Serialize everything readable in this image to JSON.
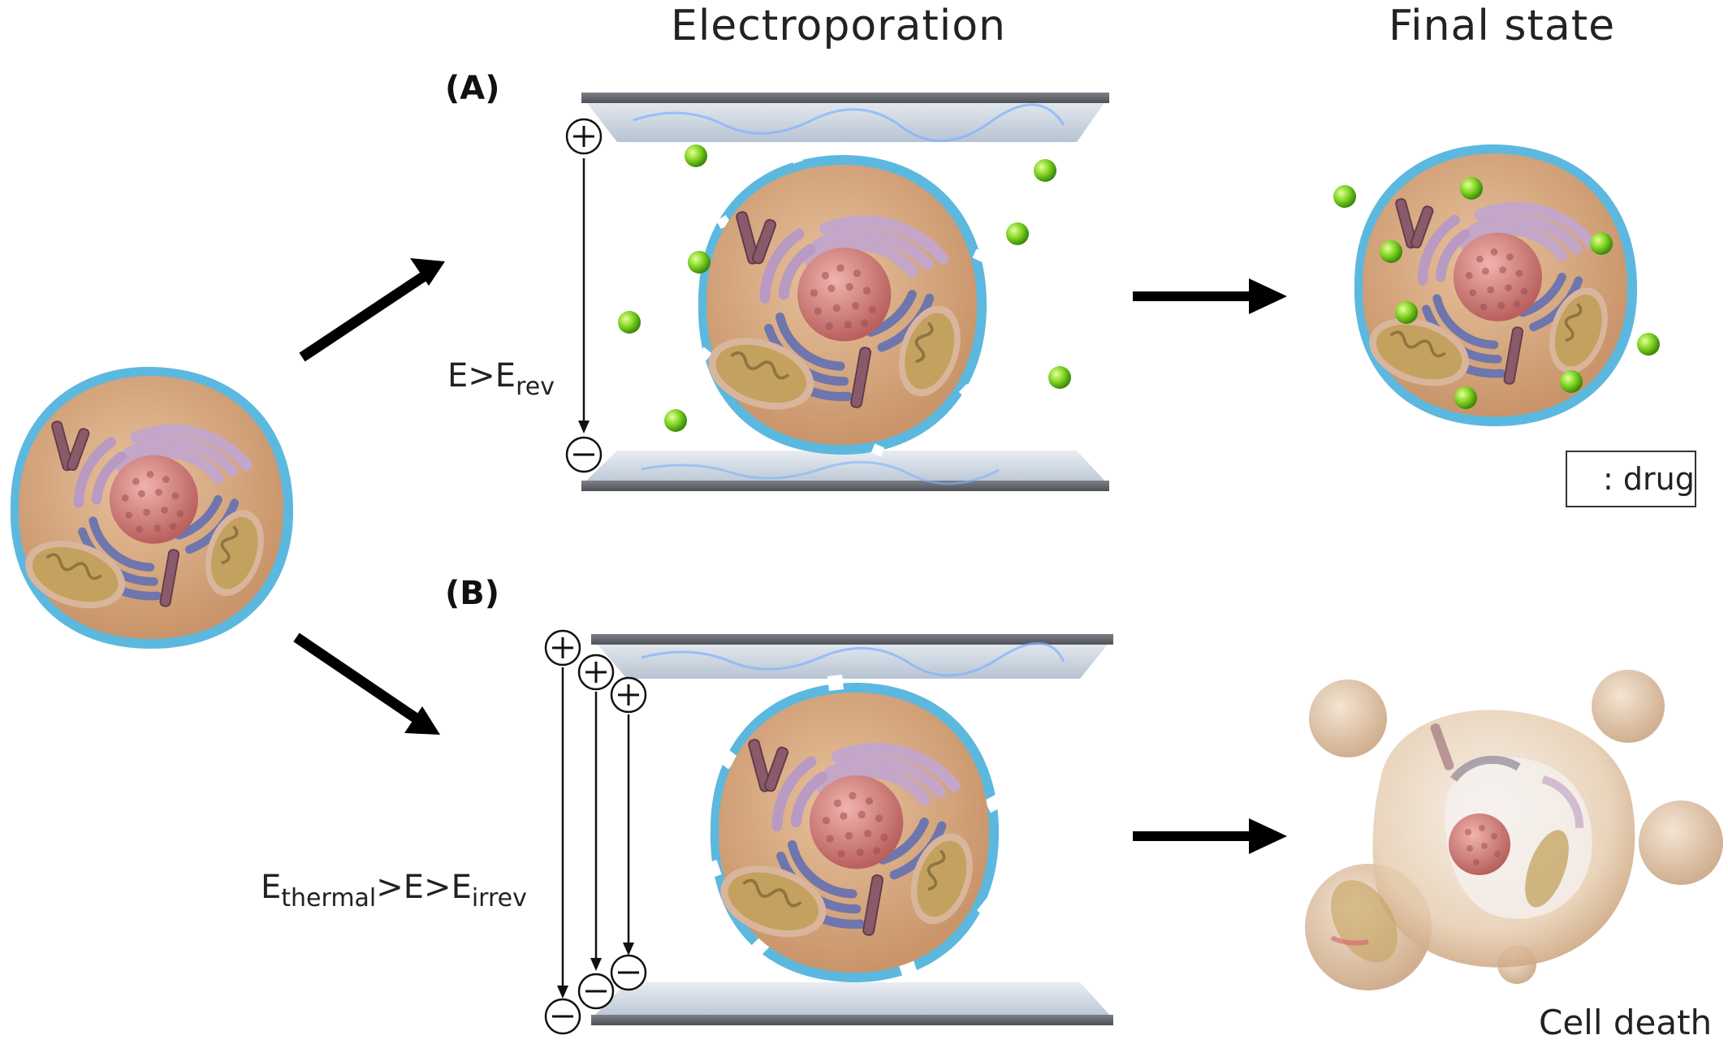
{
  "headers": {
    "electroporation": "Electroporation",
    "final_state": "Final state"
  },
  "panels": {
    "a": {
      "label": "(A)",
      "field_E": "E>E",
      "field_sub": "rev"
    },
    "b": {
      "label": "(B)",
      "field_E1": "E",
      "field_sub1": "thermal",
      "field_mid": ">E>E",
      "field_sub2": "irrev"
    }
  },
  "legend": {
    "text": ": drug",
    "icon": "green-sphere-icon"
  },
  "captions": {
    "cell_death": "Cell death"
  },
  "electrode_symbols": {
    "positive": "+",
    "negative": "−"
  },
  "colors": {
    "membrane": "#5cb8de",
    "cytoplasm": "#d7ab82",
    "nucleus": "#d98b8b",
    "golgi": "#c6a9c7",
    "er": "#7579b0",
    "mitochondria": "#c9a464",
    "drug": "#7ed321",
    "plate": "#8a8e96",
    "arrow": "#000000"
  }
}
